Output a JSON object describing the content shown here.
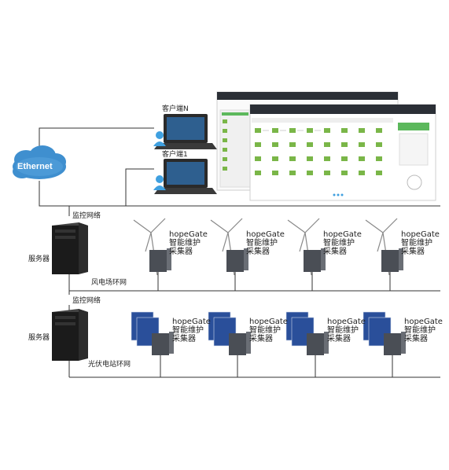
{
  "ethernet": {
    "label": "Ethernet"
  },
  "clients": [
    {
      "label": "客户端N"
    },
    {
      "label": "客户端1"
    }
  ],
  "sections": [
    {
      "network_label": "监控网络",
      "server_label": "服务器",
      "ring_label": "风电场环网",
      "kind": "wind"
    },
    {
      "network_label": "监控网络",
      "server_label": "服务器",
      "ring_label": "光伏电站环网",
      "kind": "solar"
    }
  ],
  "gateway": {
    "name": "hopeGate",
    "line2": "智能维护",
    "line3": "采集器"
  },
  "colors": {
    "cloud": "#3f8fcf",
    "line": "#333333",
    "server": "#1b1b1b",
    "laptop": "#2a2a2a",
    "screen": "#2e5f8f",
    "panel": "#2a4f9a",
    "collector": "#4a4e55",
    "accent": "#5cb85c"
  }
}
